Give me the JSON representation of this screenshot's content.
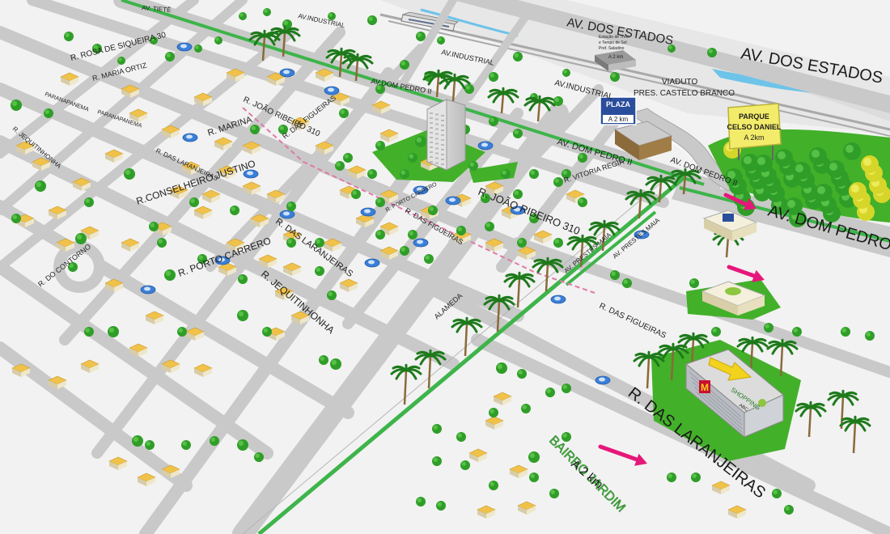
{
  "labels": {
    "av_estados_1": "AV. DOS ESTADOS",
    "av_estados_2": "AV. DOS ESTADOS",
    "av_industrial_1": "AV.INDUSTRIAL",
    "av_industrial_2": "AV.INDUSTRIAL",
    "av_industrial_3": "AV.INDUSTRIAL",
    "av_tiete": "AV. TIETÊ",
    "av_dom_pedro_1": "AV.DOM PEDRO II",
    "av_dom_pedro_2": "AV. DOM PEDRO II",
    "av_dom_pedro_3": "AV. DOM PEDRO II",
    "av_dom_pedro_big": "AV. DOM PEDRO II",
    "r_rosa": "R. ROSA DE SIQUEIRA 30",
    "r_maria_ortiz": "R. MARIA ORTIZ",
    "r_joao_ribeiro_1": "R. JOÃO RIBEIRO 310",
    "r_joao_ribeiro_2": "R. JOÃO RIBEIRO 310",
    "r_marina": "R. MARINA",
    "r_figueiras_1": "R. DAS FIGUEIRAS",
    "r_figueiras_2": "R. DAS FIGUEIRAS",
    "r_figueiras_3": "R. DAS FIGUEIRAS",
    "r_laranjeiras_1": "R. DAS LARANJEIRAS",
    "r_laranjeiras_2": "R. DAS LARANJEIRAS",
    "r_laranjeiras_big": "R. DAS LARANJEIRAS",
    "r_conselheiro": "R.CONSELHEIRO JUSTINO",
    "r_porto_carrero": "R. PORTO CARRERO",
    "r_porto_carrero_2": "R. PORTO CARRERO",
    "r_jequitinhonha": "R. JEQUITINHONHA",
    "r_jequitinhonha_2": "R. JEQUITINHONHA",
    "r_contorno": "R. DO CONTORNO",
    "r_vitoria_regia": "R. VITÓRIA REGIA",
    "r_paranapanema_1": "PARANAPANEMA",
    "r_paranapanema_2": "PARANAPANEMA",
    "av_prestes_maia_1": "AV. PRESTES MAIA",
    "av_prestes_maia_2": "AV. PRESTES MAIA",
    "alameda": "ALAMEDA",
    "viaduto_1": "VIADUTO",
    "viaduto_2": "PRES. CASTELO BRANCO",
    "estacao_1": "Estação de Trem",
    "estacao_2": "e Tempo de Sol",
    "estacao_3": "Pref. Saladino",
    "estacao_4": "A 2 km",
    "plaza_1": "PLAZA",
    "plaza_2": "A 2 km",
    "parque_1": "PARQUE",
    "parque_2": "CELSO DANIEL",
    "parque_3": "A 2km",
    "bairro_1": "BAIRRO JARDIM",
    "bairro_2": "A 2 km",
    "shopping": "SHOPPING",
    "shopping_sub": "ABC"
  },
  "colors": {
    "ground": "#f2f2f2",
    "road": "#c9c9c9",
    "road_edge": "#b5b5b5",
    "green_strip": "#3eb44a",
    "grass": "#43b02a",
    "tree": "#2f9e28",
    "tree_dark": "#1e7a1b",
    "house_roof": "#f0c24a",
    "house_wall": "#e0dccf",
    "arrow_magenta": "#e6177a",
    "arrow_yellow": "#f2d21c",
    "sign_yellow": "#f2ec6a",
    "water": "#6ec3e8",
    "plaza_blue": "#2a4e9c",
    "car_blue": "#3a7fd8",
    "mcdonalds": "#c8102e"
  },
  "icons": {
    "tree": "tree-icon",
    "palm": "palm-tree-icon",
    "house": "house-icon",
    "car": "car-icon",
    "arrow": "arrow-icon",
    "train": "train-icon",
    "mcdonalds": "mcdonalds-logo-icon"
  }
}
